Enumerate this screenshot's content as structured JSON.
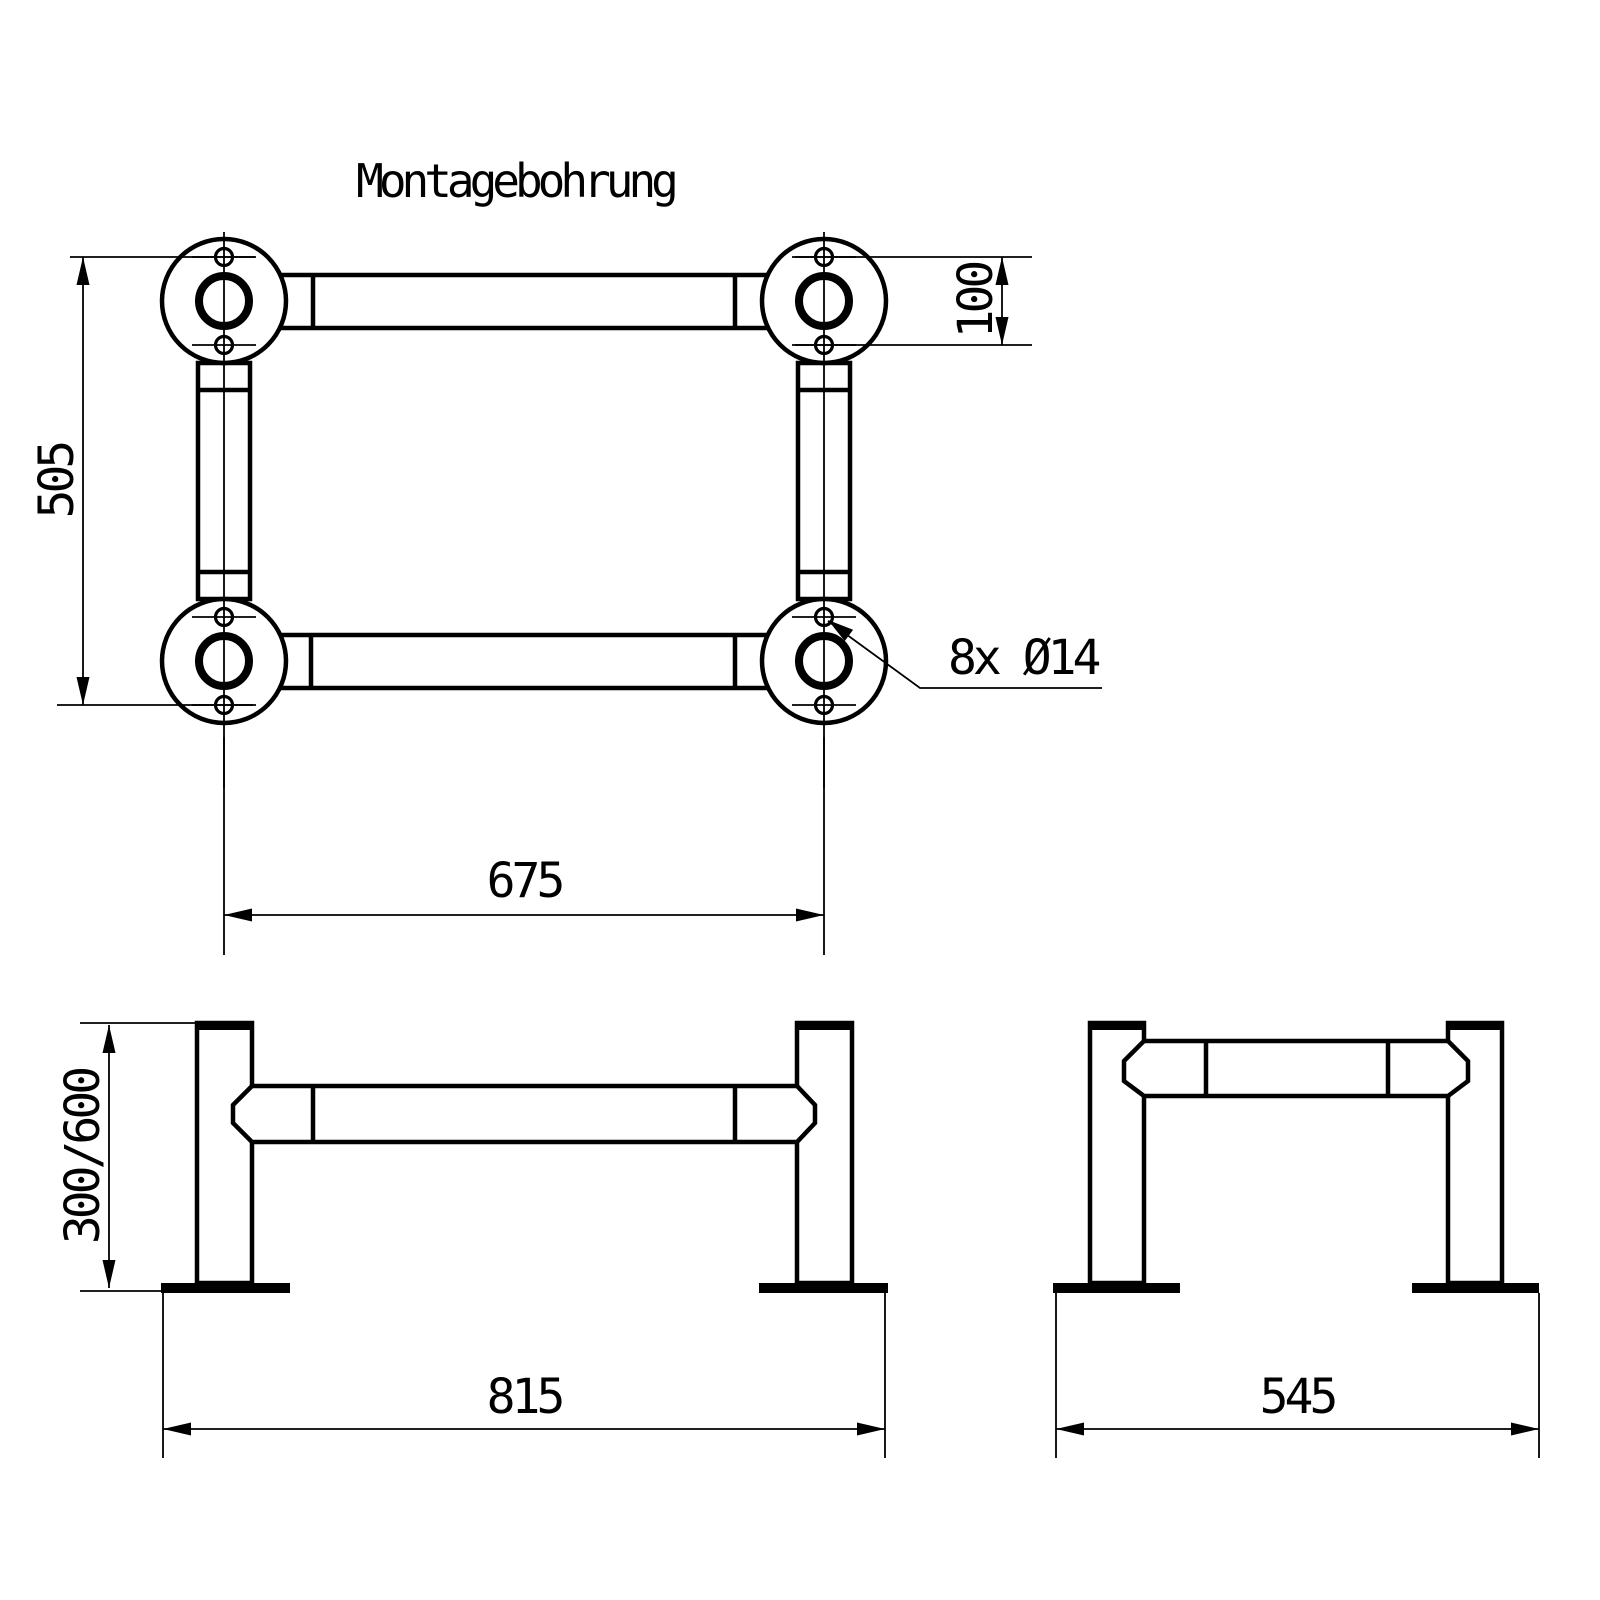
{
  "title": "Montagebohrung",
  "colors": {
    "line": "#000000",
    "background": "#ffffff"
  },
  "dims": {
    "bolt_field_height": "505",
    "bolt_pair_spacing": "100",
    "post_center_distance": "675",
    "hole_callout": "8x Ø14",
    "guard_height": "300/600",
    "overall_length": "815",
    "overall_depth": "545"
  }
}
